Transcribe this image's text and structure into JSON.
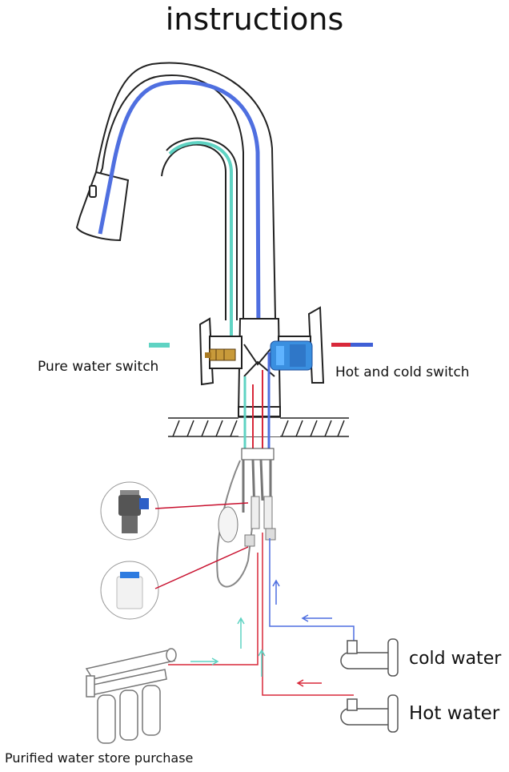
{
  "title": "instructions",
  "labels": {
    "pure_water_switch": "Pure water switch",
    "hot_and_cold_switch": "Hot and cold switch",
    "cold_water": "cold water",
    "hot_water": "Hot water",
    "purified_water_store_purchase": "Purified water store purchase"
  },
  "colors": {
    "pure_water_line": "#5fd3c3",
    "mixed_water_line": "#4f6fe0",
    "hot_line": "#d8283a",
    "cold_line": "#3f5fd6",
    "outline": "#222222"
  },
  "icons": [
    "faucet",
    "quick-connector",
    "push-fitting",
    "ro-filter-unit",
    "angle-valve"
  ]
}
